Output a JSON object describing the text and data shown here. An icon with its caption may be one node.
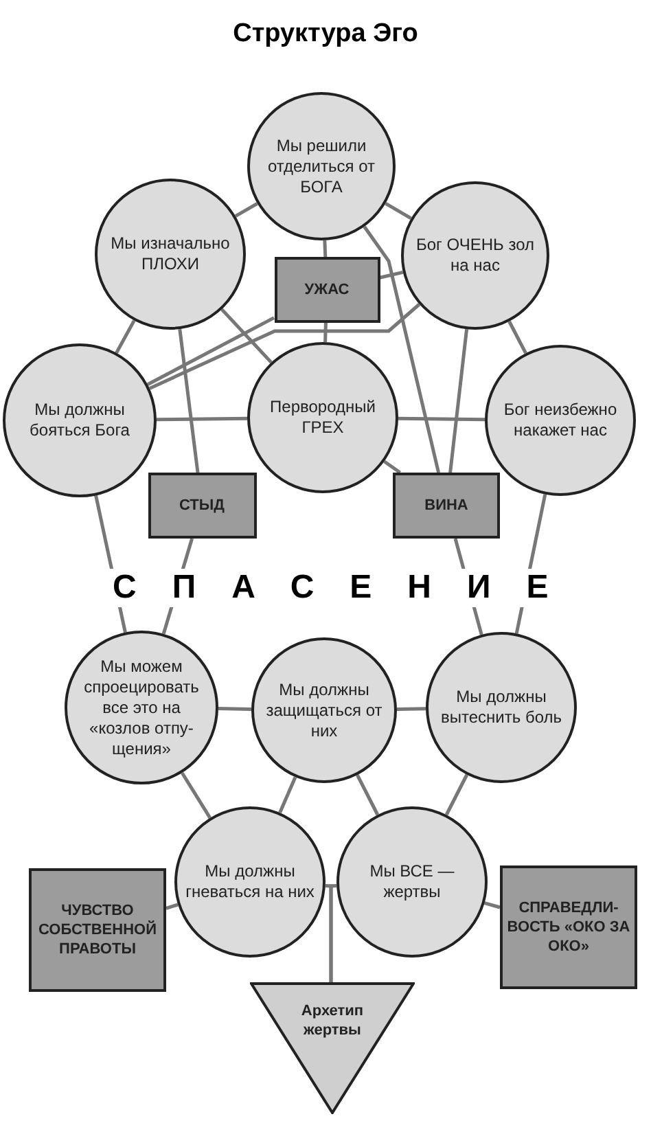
{
  "diagram": {
    "title": "Структура Эго",
    "nodes": [
      {
        "text": [
          "Мы решили отделиться от БОГА"
        ]
      },
      {
        "text": [
          "Мы изначально ПЛОХИ"
        ]
      },
      {
        "text": [
          "Бог ОЧЕНЬ зол на нас"
        ]
      },
      {
        "text": [
          "УЖАС"
        ]
      },
      {
        "text": [
          "Мы должны бояться Бога"
        ]
      },
      {
        "text": [
          "Первородный ГРЕХ"
        ]
      },
      {
        "text": [
          "Бог неизбежно накажет нас"
        ]
      },
      {
        "text": [
          "СТЫД"
        ]
      },
      {
        "text": [
          "ВИНА"
        ]
      },
      {
        "text": [
          "Мы можем спроецировать все это на «козлов отпу- щения»"
        ]
      },
      {
        "text": [
          "Мы должны защищаться от них"
        ]
      },
      {
        "text": [
          "Мы должны вытеснить боль"
        ]
      },
      {
        "text": [
          "ЧУВСТВО СОБСТВЕННОЙ ПРАВОТЫ"
        ]
      },
      {
        "text": [
          "Мы должны гневаться на них"
        ]
      },
      {
        "text": [
          "Мы ВСЕ — жертвы"
        ]
      },
      {
        "text": [
          "СПРАВЕДЛИ- ВОСТЬ «ОКО ЗА ОКО»"
        ]
      },
      {
        "text": [
          "Архетип жертвы"
        ]
      }
    ],
    "edges": [
      {
        "from": 0,
        "to": 1,
        "arrow": "none"
      },
      {
        "from": 0,
        "to": 2,
        "arrow": "none"
      },
      {
        "from": 0,
        "to": 3,
        "arrow": "none"
      },
      {
        "from": 0,
        "to": 8,
        "arrow": "none"
      },
      {
        "from": 1,
        "to": 4,
        "arrow": "none"
      },
      {
        "from": 1,
        "to": 7,
        "arrow": "none"
      },
      {
        "from": 1,
        "to": 5,
        "arrow": "none"
      },
      {
        "from": 2,
        "to": 3,
        "arrow": "none"
      },
      {
        "from": 2,
        "to": 4,
        "arrow": "none"
      },
      {
        "from": 2,
        "to": 8,
        "arrow": "none"
      },
      {
        "from": 2,
        "to": 6,
        "arrow": "none"
      },
      {
        "from": 3,
        "to": 4,
        "arrow": "none"
      },
      {
        "from": 3,
        "to": 5,
        "arrow": "none"
      },
      {
        "from": 4,
        "to": 5,
        "arrow": "none"
      },
      {
        "from": 5,
        "to": 6,
        "arrow": "none"
      },
      {
        "from": 5,
        "to": 8,
        "arrow": "none"
      },
      {
        "from": 4,
        "to": 9,
        "arrow": "none"
      },
      {
        "from": 7,
        "to": 9,
        "arrow": "none"
      },
      {
        "from": 8,
        "to": 11,
        "arrow": "none"
      },
      {
        "from": 6,
        "to": 11,
        "arrow": "none"
      },
      {
        "from": 9,
        "to": 10,
        "arrow": "none"
      },
      {
        "from": 10,
        "to": 11,
        "arrow": "none"
      },
      {
        "from": 9,
        "to": 13,
        "arrow": "none"
      },
      {
        "from": 10,
        "to": 13,
        "arrow": "none"
      },
      {
        "from": 10,
        "to": 14,
        "arrow": "none"
      },
      {
        "from": 11,
        "to": 14,
        "arrow": "none"
      },
      {
        "from": 12,
        "to": 13,
        "arrow": "none"
      },
      {
        "from": 14,
        "to": 15,
        "arrow": "none"
      },
      {
        "from": 13,
        "to": 16,
        "arrow": "none"
      },
      {
        "from": 14,
        "to": 16,
        "arrow": "none"
      }
    ],
    "labels": [
      "СПАСЕНИЕ"
    ]
  }
}
